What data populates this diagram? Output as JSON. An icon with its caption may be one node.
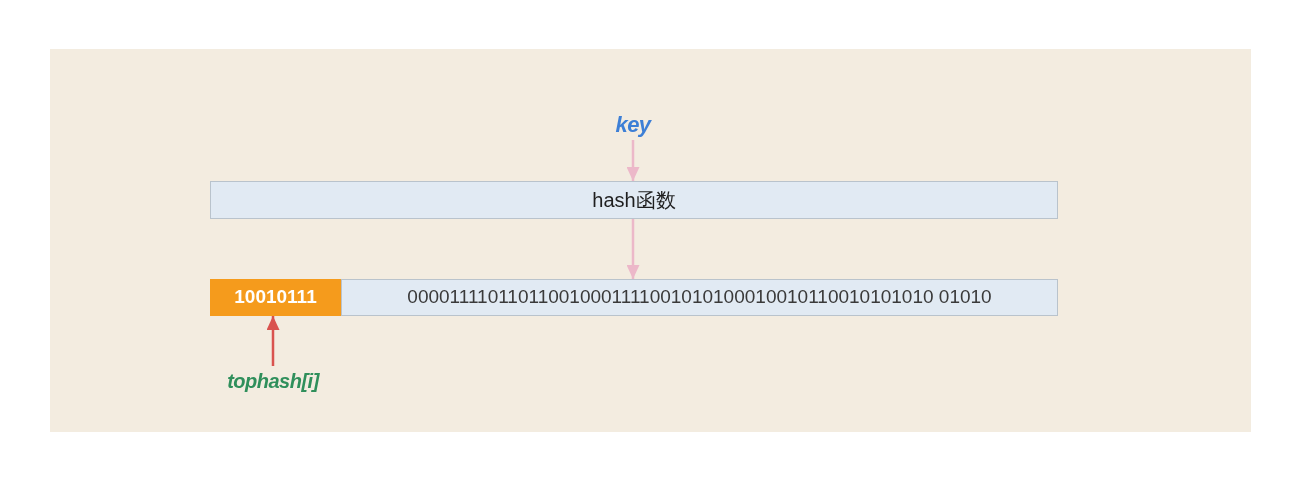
{
  "diagram": {
    "nodes": [
      {
        "text": [
          "key"
        ]
      },
      {
        "text": [
          "hash函数"
        ]
      },
      {
        "text": [
          "10010111"
        ]
      },
      {
        "text": [
          "000011110110110010001111001010100010010110010101010 01010"
        ]
      },
      {
        "text": [
          "tophash[i]"
        ]
      }
    ],
    "edges": [
      {
        "from": 0,
        "to": 1,
        "arrow": "to"
      },
      {
        "from": 1,
        "to": 3,
        "arrow": "to"
      },
      {
        "from": 4,
        "to": 2,
        "arrow": "to",
        "color": "#d9534f"
      }
    ]
  }
}
